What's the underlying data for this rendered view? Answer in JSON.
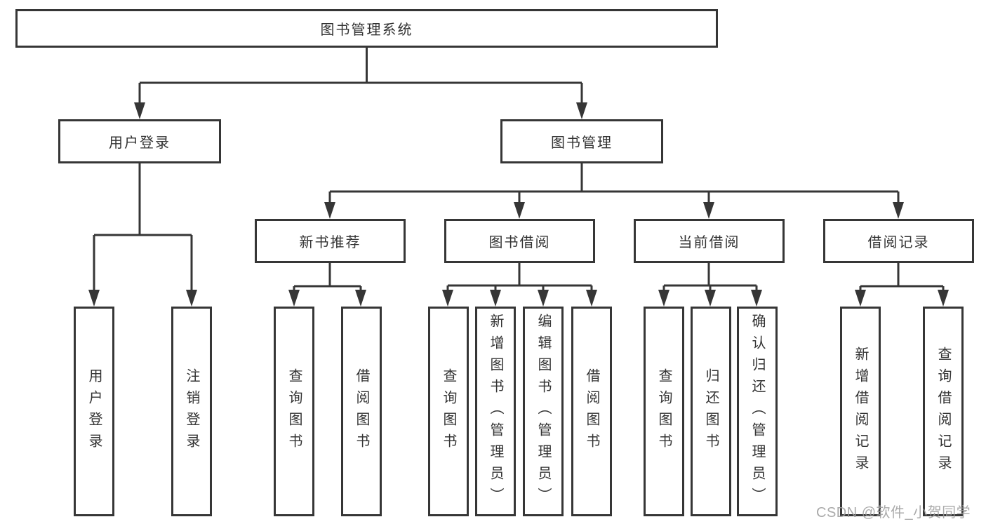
{
  "diagram": {
    "title_node": "图书管理系统",
    "level1": {
      "user_login": "用户登录",
      "book_mgmt": "图书管理"
    },
    "level2": [
      "新书推荐",
      "图书借阅",
      "当前借阅",
      "借阅记录"
    ],
    "leaves": {
      "user_login_group": [
        "用户登录",
        "注销登录"
      ],
      "new_book_group": [
        "查询图书",
        "借阅图书"
      ],
      "book_borrow_group": [
        "查询图书",
        "新增图书（管理员）",
        "编辑图书（管理员）",
        "借阅图书"
      ],
      "current_borrow_group": [
        "查询图书",
        "归还图书",
        "确认归还（管理员）"
      ],
      "borrow_record_group": [
        "新增借阅记录",
        "查询借阅记录"
      ]
    }
  },
  "watermark": "CSDN @软件_小贺同学",
  "colors": {
    "line": "#363636",
    "text": "#333333",
    "watermark": "#9e9e9e",
    "background": "#ffffff"
  }
}
